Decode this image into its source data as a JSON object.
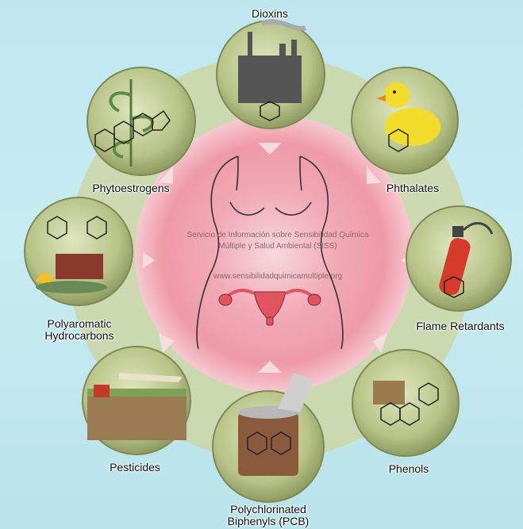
{
  "center": {
    "credit_line1": "Servicio de Información sobre Sensibilidad Química",
    "credit_line2": "Múltiple y Salud Ambiental (SISS)",
    "credit_url": "www.sensibilidadquimicamultiple.org"
  },
  "nodes": [
    {
      "id": "dioxins",
      "label": "Dioxins",
      "icon": "factory-icon"
    },
    {
      "id": "phthalates",
      "label": "Phthalates",
      "icon": "rubber-duck-icon"
    },
    {
      "id": "flame",
      "label": "Flame Retardants",
      "icon": "fire-extinguisher-icon"
    },
    {
      "id": "phenols",
      "label": "Phenols",
      "icon": "phenol-structure-icon"
    },
    {
      "id": "pcb",
      "label_line1": "Polychlorinated",
      "label_line2": "Biphenyls (PCB)",
      "icon": "paint-can-icon"
    },
    {
      "id": "pesticides",
      "label": "Pesticides",
      "icon": "crop-duster-icon"
    },
    {
      "id": "pah",
      "label_line1": "Polyaromatic",
      "label_line2": "Hydrocarbons",
      "icon": "burning-waste-icon"
    },
    {
      "id": "phyto",
      "label": "Phytoestrogens",
      "icon": "plant-steroid-icon"
    }
  ],
  "colors": {
    "ring": "#c5cf9c",
    "node_fill": "#b9c58a",
    "center_glow": "#f3b3bf",
    "uterus": "#e0555e"
  }
}
